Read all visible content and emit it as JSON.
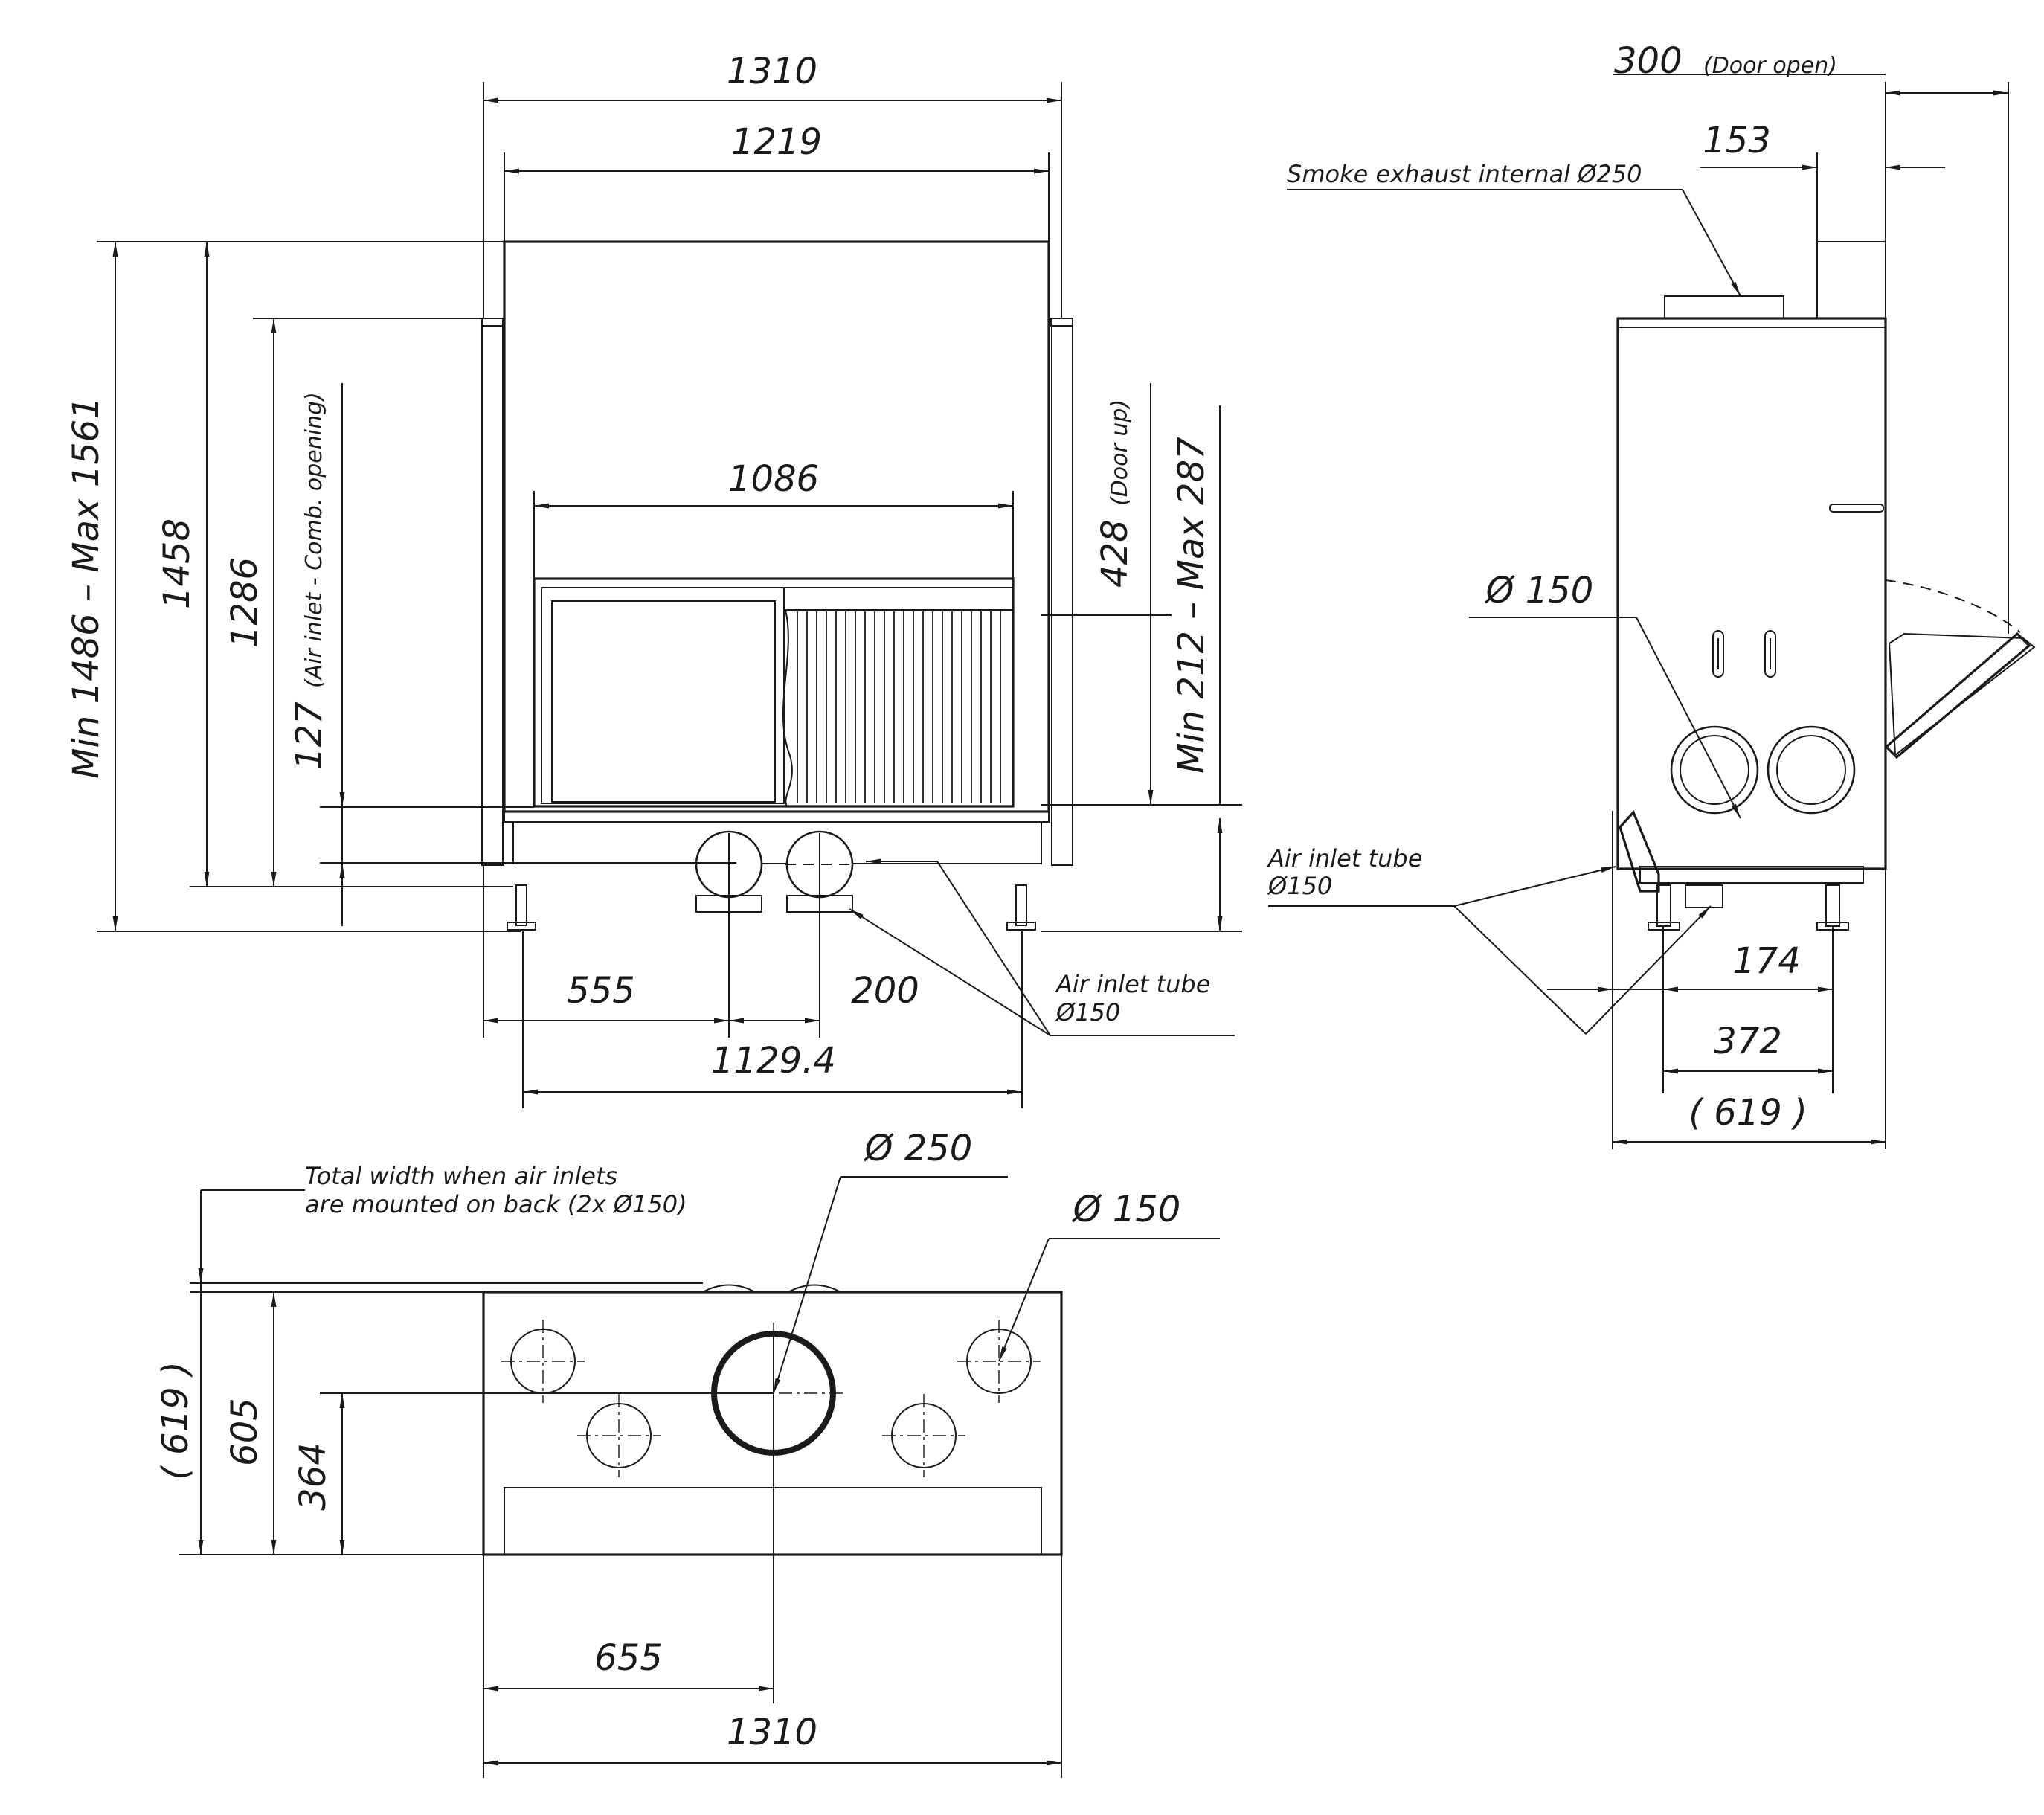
{
  "front_view": {
    "width_total": "1310",
    "width_inner": "1219",
    "glass_width": "1086",
    "height_range_prefix": "Min 1486",
    "height_range_suffix": "Max 1561",
    "height_1458": "1458",
    "height_1286": "1286",
    "air_inlet_height": "127",
    "air_inlet_note": "(Air inlet - Comb. opening)",
    "door_up_value": "428",
    "door_up_note": "(Door up)",
    "base_range_prefix": "Min 212",
    "base_range_suffix": "Max 287",
    "offset_555": "555",
    "offset_200": "200",
    "width_1129": "1129.4",
    "air_inlet_label": "Air inlet tube",
    "air_inlet_dia": "Ø150"
  },
  "side_view": {
    "door_open_value": "300",
    "door_open_note": "(Door open)",
    "flue_offset": "153",
    "smoke_label": "Smoke exhaust internal Ø250",
    "dia_150": "Ø 150",
    "air_inlet_label": "Air inlet tube",
    "air_inlet_dia": "Ø150",
    "offset_174": "174",
    "offset_372": "372",
    "depth_619": "( 619 )"
  },
  "top_view": {
    "note_line1": "Total width when air inlets",
    "note_line2": "are mounted on back (2x Ø150)",
    "dia_250": "Ø 250",
    "dia_150": "Ø 150",
    "depth_619": "( 619 )",
    "depth_605": "605",
    "depth_364": "364",
    "offset_655": "655",
    "width_1310": "1310"
  }
}
